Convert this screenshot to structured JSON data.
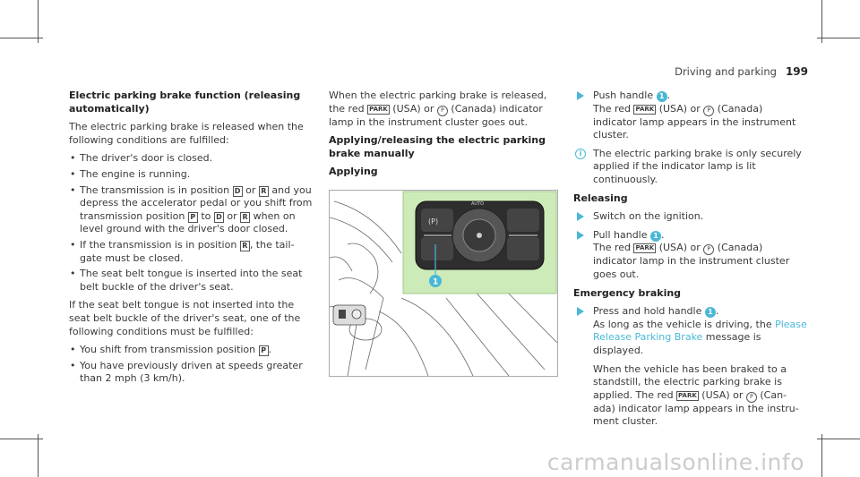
{
  "header": {
    "section": "Driving and parking",
    "page": "199"
  },
  "col1": {
    "title": "Electric parking brake function (releasing automatically)",
    "intro": "The electric parking brake is released when the following conditions are fulfilled:",
    "list1": [
      "The driver's door is closed.",
      "The engine is running.",
      {
        "a": "The transmission is in position ",
        "g1": "D",
        "b": " or ",
        "g2": "R",
        "c": " and you depress the accelerator pedal or you shift from transmission position ",
        "g3": "P",
        "d": " to ",
        "g4": "D",
        "e": " or ",
        "g5": "R",
        "f": " when on level ground with the driver's door closed."
      },
      {
        "a": "If the transmission is in position ",
        "g1": "R",
        "b": ", the tail-gate must be closed."
      },
      "The seat belt tongue is inserted into the seat belt buckle of the driver's seat."
    ],
    "para2": "If the seat belt tongue is not inserted into the seat belt buckle of the driver's seat, one of the following conditions must be fulfilled:",
    "list2": [
      {
        "a": "You shift from transmission position ",
        "g1": "P",
        "b": "."
      },
      "You have previously driven at speeds greater than 2 mph (3 km/h)."
    ]
  },
  "col2": {
    "p1a": "When the electric parking brake is released, the red ",
    "park": "PARK",
    "p1b": " (USA) or ",
    "ptext": "P",
    "p1c": " (Canada) indicator lamp in the instrument cluster goes out.",
    "title": "Applying/releasing the electric parking brake manually",
    "sub": "Applying",
    "figure": {
      "callout": "1",
      "auto_label": "AUTO"
    }
  },
  "col3": {
    "s1a": "Push handle ",
    "s1b": ".",
    "s1c": "The red ",
    "s1d": " (USA) or ",
    "s1e": " (Canada) indicator lamp appears in the instrument cluster.",
    "note": "The electric parking brake is only securely applied if the indicator lamp is lit continuously.",
    "releasing": "Releasing",
    "s2": "Switch on the ignition.",
    "s3a": "Pull handle ",
    "s3b": ".",
    "s3c": "The red ",
    "s3d": " (USA) or ",
    "s3e": " (Canada) indicator lamp in the instrument cluster goes out.",
    "emergency": "Emergency braking",
    "s4a": "Press and hold handle ",
    "s4b": ".",
    "s4c": "As long as the vehicle is driving, the ",
    "s4link": "Please Release Parking Brake",
    "s4d": " message is displayed.",
    "s4e": "When the vehicle has been braked to a standstill, the electric parking brake is applied. The red ",
    "s4f": " (USA) or ",
    "s4g": " (Can-ada) indicator lamp appears in the instru-ment cluster.",
    "num": "1",
    "park": "PARK",
    "ptext": "P",
    "info": "i"
  },
  "watermark": "carmanualsonline.info",
  "colors": {
    "accent": "#49b8d6",
    "figure_bg": "#cdebb8"
  }
}
